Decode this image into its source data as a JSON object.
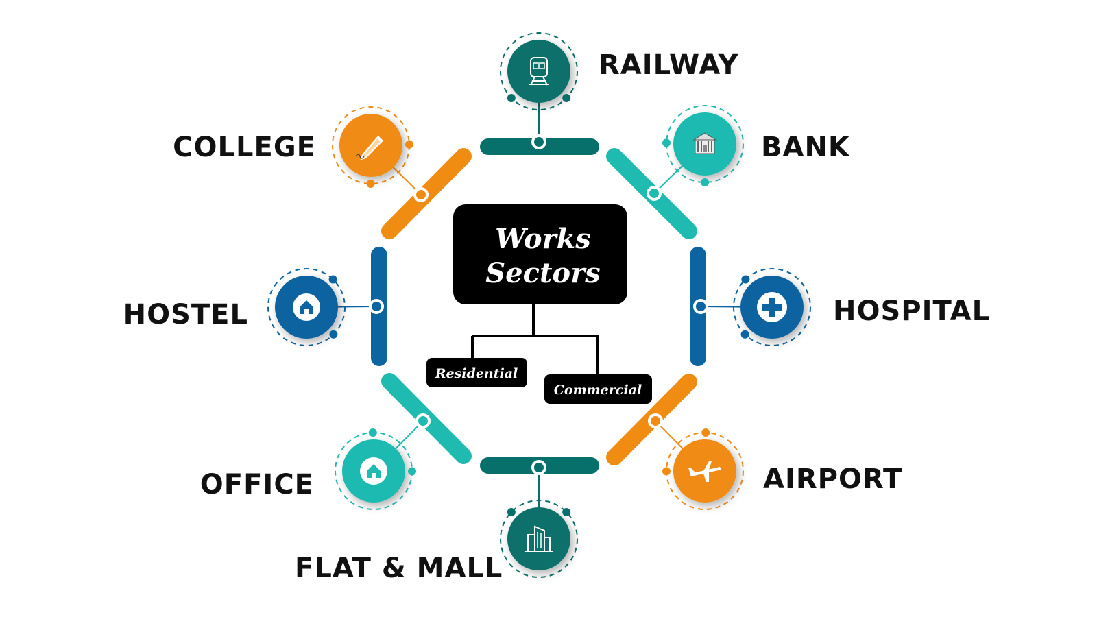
{
  "center": {
    "line1": "Works",
    "line2": "Sectors"
  },
  "branches": {
    "residential": "Residential",
    "commercial": "Commercial"
  },
  "colors": {
    "dark_teal": "#08706a",
    "teal": "#1fbab0",
    "orange": "#f08c12",
    "blue": "#0c64a0"
  },
  "sectors": [
    {
      "label": "RAILWAY",
      "icon": "train-icon",
      "color": "dark_teal"
    },
    {
      "label": "BANK",
      "icon": "bank-icon",
      "color": "teal"
    },
    {
      "label": "HOSPITAL",
      "icon": "medical-cross-icon",
      "color": "blue"
    },
    {
      "label": "AIRPORT",
      "icon": "airplane-icon",
      "color": "orange"
    },
    {
      "label": "FLAT & MALL",
      "icon": "building-icon",
      "color": "dark_teal"
    },
    {
      "label": "OFFICE",
      "icon": "home-icon",
      "color": "teal"
    },
    {
      "label": "HOSTEL",
      "icon": "home-icon",
      "color": "blue"
    },
    {
      "label": "COLLEGE",
      "icon": "pencil-icon",
      "color": "orange"
    }
  ]
}
